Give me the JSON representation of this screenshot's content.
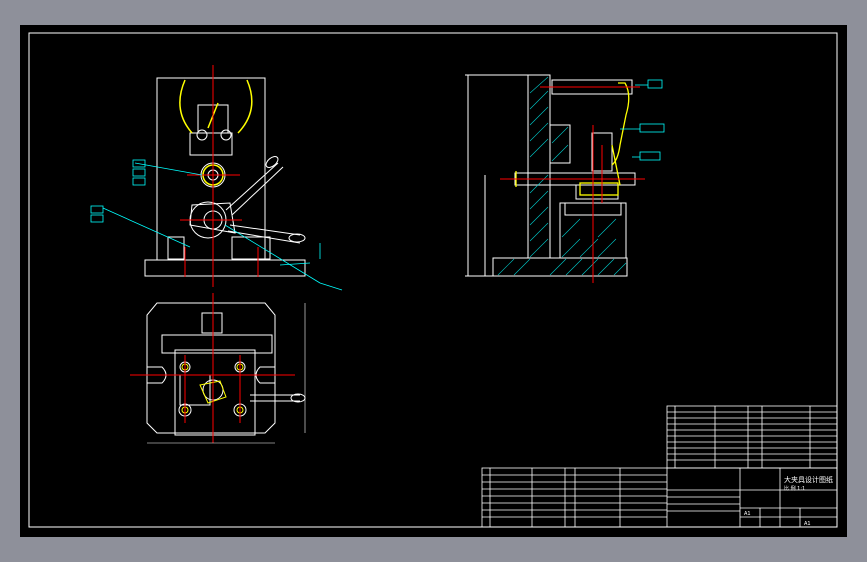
{
  "drawing": {
    "title": "",
    "colors": {
      "background": "#000000",
      "frame": "#ffffff",
      "part_outline": "#ffffff",
      "center_line": "#ff0000",
      "hidden_highlight": "#ffff00",
      "dimension": "#00ffff",
      "hatch": "#00c8c8",
      "window_border": "#8e909a"
    }
  },
  "labels": {
    "title_block_main": "大夹具设计图纸",
    "scale_note": "比 例 1:1",
    "sheet_a": "A1",
    "sheet_b": "A1"
  },
  "views": [
    {
      "name": "front-view"
    },
    {
      "name": "top-view"
    },
    {
      "name": "side-section-view"
    }
  ]
}
